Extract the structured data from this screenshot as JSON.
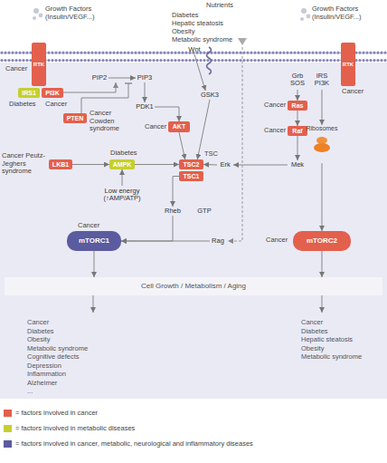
{
  "diagram": {
    "nodes": [
      {
        "text": [
          "RTK"
        ]
      },
      {
        "text": [
          "IRS1"
        ]
      },
      {
        "text": [
          "PI3K"
        ]
      },
      {
        "text": [
          "PIP2"
        ]
      },
      {
        "text": [
          "PIP3"
        ]
      },
      {
        "text": [
          "PDK1"
        ]
      },
      {
        "text": [
          "PTEN"
        ]
      },
      {
        "text": [
          "AKT"
        ]
      },
      {
        "text": [
          "Wnt"
        ]
      },
      {
        "text": [
          "GSK3"
        ]
      },
      {
        "text": [
          "RTK"
        ]
      },
      {
        "text": [
          "Grb",
          "SOS"
        ]
      },
      {
        "text": [
          "IRS",
          "PI3K"
        ]
      },
      {
        "text": [
          "Ras"
        ]
      },
      {
        "text": [
          "Raf"
        ]
      },
      {
        "text": [
          "LKB1"
        ]
      },
      {
        "text": [
          "AMPK"
        ]
      },
      {
        "text": [
          "TSC2"
        ]
      },
      {
        "text": [
          "TSC1"
        ]
      },
      {
        "text": [
          "Erk"
        ]
      },
      {
        "text": [
          "Mek"
        ]
      },
      {
        "text": [
          "Ribosomes"
        ]
      },
      {
        "text": [
          "Low energy (↑AMP/ATP)"
        ]
      },
      {
        "text": [
          "Rheb"
        ]
      },
      {
        "text": [
          "GTP"
        ]
      },
      {
        "text": [
          "mTORC1"
        ]
      },
      {
        "text": [
          "Rag"
        ]
      },
      {
        "text": [
          "mTORC2"
        ]
      },
      {
        "text": [
          "Cell Growth / Metabolism / Aging"
        ]
      },
      {
        "text": [
          "Cancer",
          "Diabetes",
          "Obesity",
          "Metabolic syndrome",
          "Cognitive defects",
          "Depression",
          "Inflammation",
          "Alzheimer",
          "..."
        ]
      },
      {
        "text": [
          "Cancer",
          "Diabetes",
          "Hepatic steatosis",
          "Obesity",
          "Metabolic syndrome"
        ]
      }
    ],
    "edges": [
      {
        "from": 3,
        "to": 4,
        "arrow": "to"
      },
      {
        "from": 4,
        "to": 5,
        "arrow": "to"
      },
      {
        "from": 5,
        "to": 7,
        "arrow": "to"
      },
      {
        "from": 7,
        "to": 17,
        "arrow": "to"
      },
      {
        "from": 8,
        "to": 9,
        "arrow": "to"
      },
      {
        "from": 9,
        "to": 17,
        "arrow": "to"
      },
      {
        "from": 19,
        "to": 17,
        "arrow": "to"
      },
      {
        "from": 20,
        "to": 19,
        "arrow": "to"
      },
      {
        "from": 14,
        "to": 20,
        "arrow": "to"
      },
      {
        "from": 13,
        "to": 14,
        "arrow": "to"
      },
      {
        "from": 11,
        "to": 13,
        "arrow": "to"
      },
      {
        "from": 12,
        "to": 21,
        "arrow": "to"
      },
      {
        "from": 21,
        "to": 27,
        "arrow": "to"
      },
      {
        "from": 15,
        "to": 16,
        "arrow": "to"
      },
      {
        "from": 16,
        "to": 17,
        "arrow": "to"
      },
      {
        "from": 22,
        "to": 16,
        "arrow": "to"
      },
      {
        "from": 18,
        "to": 23,
        "arrow": "to"
      },
      {
        "from": 23,
        "to": 25,
        "arrow": "to"
      },
      {
        "from": 26,
        "to": 25,
        "arrow": "to"
      },
      {
        "from": 25,
        "to": 28,
        "arrow": "to"
      },
      {
        "from": 27,
        "to": 28,
        "arrow": "to"
      },
      {
        "from": 28,
        "to": 29,
        "arrow": "to"
      },
      {
        "from": 28,
        "to": 30,
        "arrow": "to"
      }
    ],
    "labels": [
      "Nutrients",
      "Diabetes",
      "Hepatic steatosis",
      "Obesity",
      "Metabolic syndrome",
      "Growth Factors (Insulin/VEGF...)",
      "Growth Factors (Insulin/VEGF...)",
      "Cancer",
      "Cancer",
      "Diabetes",
      "Cancer",
      "Cancer",
      "Cancer",
      "Cancer Cowden syndrome",
      "Cancer",
      "Cancer Peutz-Jeghers syndrome",
      "Diabetes",
      "TSC",
      "Cancer",
      "Cancer"
    ],
    "legend": [
      {
        "text": "= factors involved in cancer",
        "color": "#e3604d"
      },
      {
        "text": "= factors involved in metabolic diseases",
        "color": "#c6cf2f"
      },
      {
        "text": "= factors involved in cancer, metabolic, neurological and inflammatory diseases",
        "color": "#5b5b9f"
      }
    ]
  }
}
